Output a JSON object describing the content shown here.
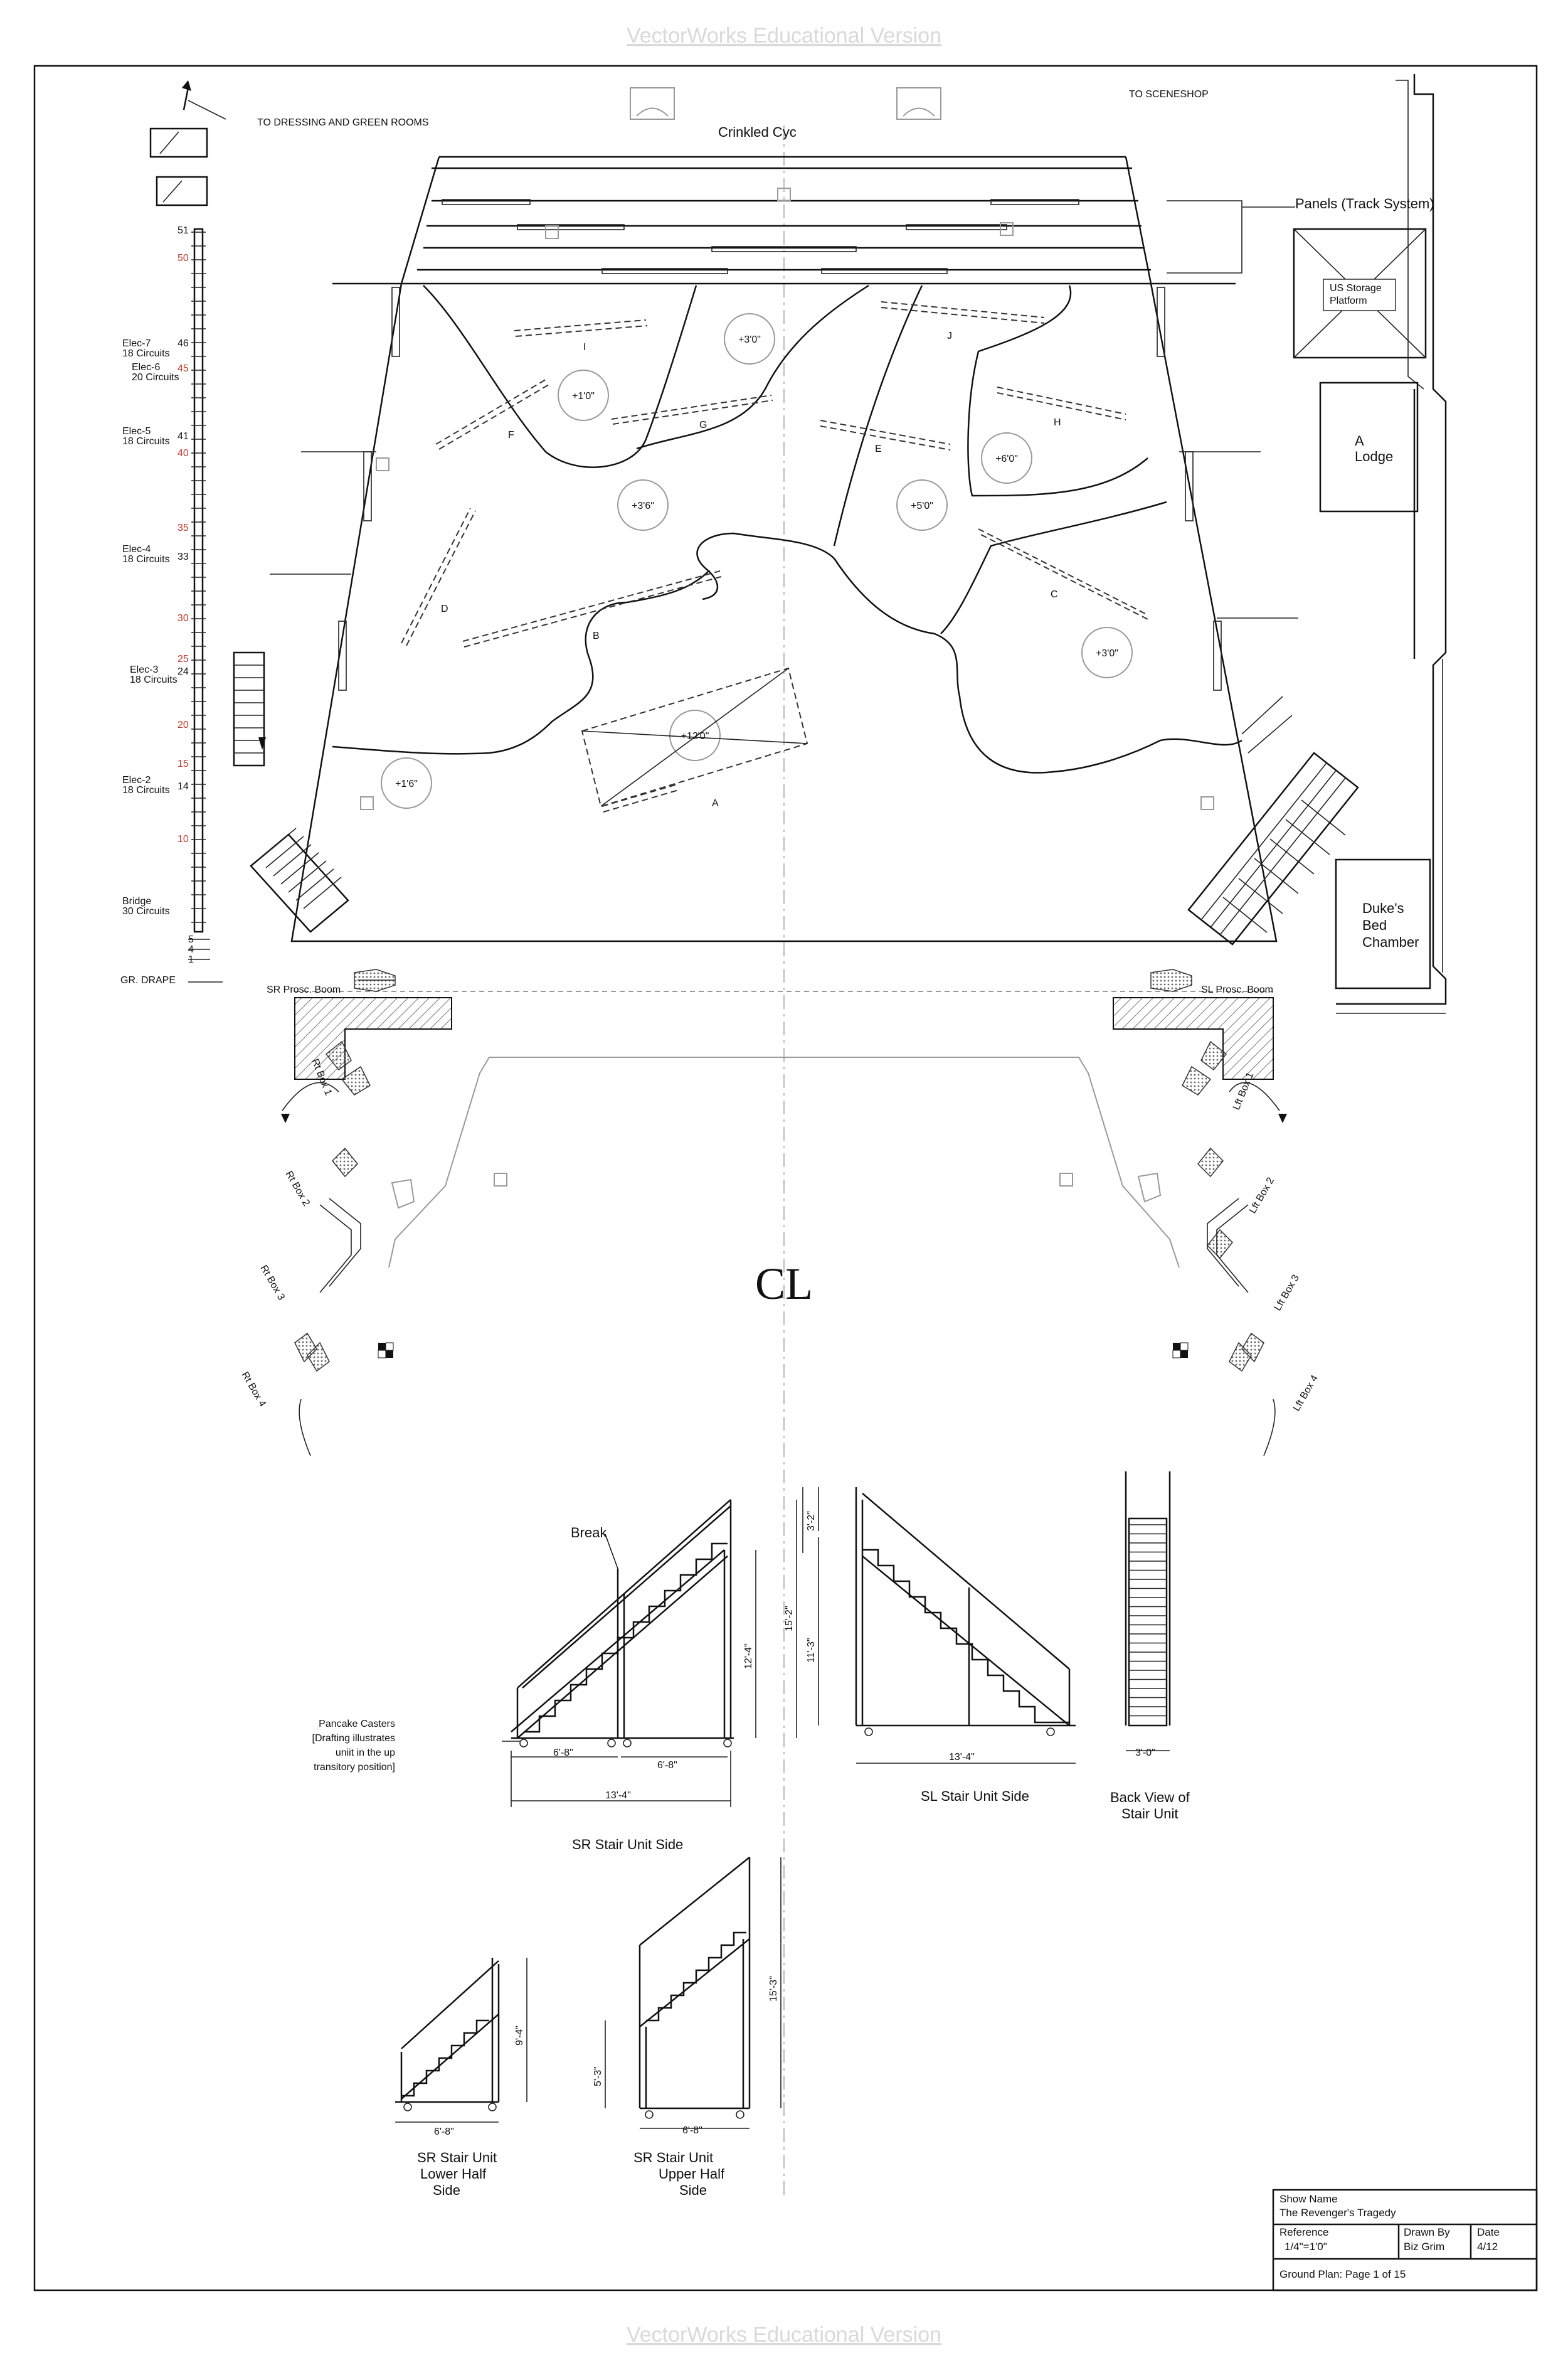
{
  "watermark": {
    "top": "VectorWorks Educational Version",
    "bottom": "VectorWorks Educational Version"
  },
  "notes": {
    "to_dressing": "TO DRESSING AND GREEN ROOMS",
    "to_sceneshop": "TO SCENESHOP",
    "cyc": "Crinkled Cyc",
    "panels": "Panels (Track System)",
    "us_storage": [
      "US Storage",
      "Platform"
    ],
    "lodge": [
      "A",
      "Lodge"
    ],
    "dukes": [
      "Duke's",
      "Bed",
      "Chamber"
    ],
    "gr_drape": "GR. DRAPE",
    "sr_boom": "SR Prosc. Boom",
    "sl_boom": "SL Prosc. Boom",
    "centerline": "CL",
    "break": "Break",
    "pancake": [
      "Pancake Casters",
      "[Drafting illustrates",
      "uniit in the up",
      "transitory position]"
    ]
  },
  "platforms": {
    "heights": [
      "+3'0\"",
      "+1'0\"",
      "+3'6\"",
      "+5'0\"",
      "+6'0\"",
      "+3'0\"",
      "+12'0\"",
      "+1'6\""
    ],
    "letters": [
      "I",
      "J",
      "F",
      "G",
      "E",
      "H",
      "D",
      "B",
      "C",
      "A"
    ]
  },
  "ruler": {
    "numbers": [
      "51",
      "50",
      "46",
      "45",
      "41",
      "40",
      "35",
      "33",
      "30",
      "25",
      "24",
      "20",
      "15",
      "14",
      "10",
      "5",
      "4",
      "1"
    ],
    "electrics": [
      [
        "Elec-7",
        "18 Circuits"
      ],
      [
        "Elec-6",
        "20 Circuits"
      ],
      [
        "Elec-5",
        "18 Circuits"
      ],
      [
        "Elec-4",
        "18 Circuits"
      ],
      [
        "Elec-3",
        "18 Circuits"
      ],
      [
        "Elec-2",
        "18 Circuits"
      ],
      [
        "Bridge",
        "30 Circuits"
      ]
    ]
  },
  "boxes": {
    "rt": [
      "Rt Box 1",
      "Rt Box 2",
      "Rt Box 3",
      "Rt Box 4"
    ],
    "lft": [
      "Lft Box 1",
      "Lft Box 2",
      "Lft Box 3",
      "Lft Box 4"
    ]
  },
  "dims": {
    "sr_side": [
      "6'-8\"",
      "6'-8\"",
      "13'-4\"",
      "12'-4\"",
      "15'-2\""
    ],
    "sl_side": [
      "3'-2\"",
      "11'-3\"",
      "13'-4\""
    ],
    "back": "3'-0\"",
    "lower": [
      "6'-8\"",
      "9'-4\""
    ],
    "upper": [
      "6'-8\"",
      "5'-3\"",
      "15'-3\""
    ]
  },
  "captions": {
    "sr_side": "SR Stair Unit Side",
    "sl_side": "SL Stair Unit Side",
    "back": [
      "Back View of",
      "Stair Unit"
    ],
    "lower": [
      "SR Stair Unit",
      "Lower Half",
      "Side"
    ],
    "upper": [
      "SR Stair Unit",
      "Upper Half",
      "Side"
    ]
  },
  "title_block": {
    "show_name_label": "Show Name",
    "show_name": "The Revenger's Tragedy",
    "reference_label": "Reference",
    "reference": "1/4\"=1'0\"",
    "drawn_by_label": "Drawn By",
    "drawn_by": "Biz Grim",
    "date_label": "Date",
    "date": "4/12",
    "page": "Ground Plan:  Page 1  of 15"
  }
}
